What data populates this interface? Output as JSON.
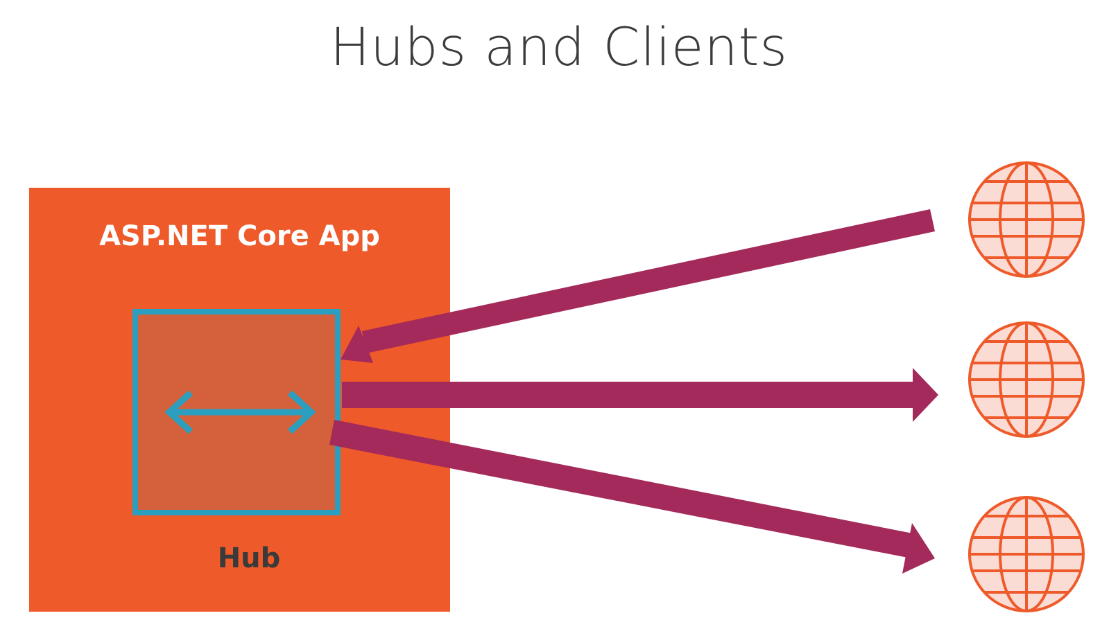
{
  "title": "Hubs and Clients",
  "app": {
    "label": "ASP.NET Core App",
    "color": "#ee5a2a"
  },
  "hub": {
    "label": "Hub",
    "border_color": "#2b9fbf",
    "fill_color": "#d4613c",
    "icon": "bidirectional-arrow-icon"
  },
  "clients": [
    {
      "icon": "globe-icon"
    },
    {
      "icon": "globe-icon"
    },
    {
      "icon": "globe-icon"
    }
  ],
  "connections": [
    {
      "from": "client-1",
      "to": "hub",
      "direction": "into-hub"
    },
    {
      "from": "hub",
      "to": "client-2",
      "direction": "out-of-hub"
    },
    {
      "from": "hub",
      "to": "client-3",
      "direction": "out-of-hub"
    }
  ],
  "colors": {
    "arrow": "#a32a5a",
    "globe_stroke": "#ee5a2a",
    "globe_fill": "#fbdcd4",
    "title": "#3c3c3c",
    "hub_label": "#3a3a3a"
  }
}
